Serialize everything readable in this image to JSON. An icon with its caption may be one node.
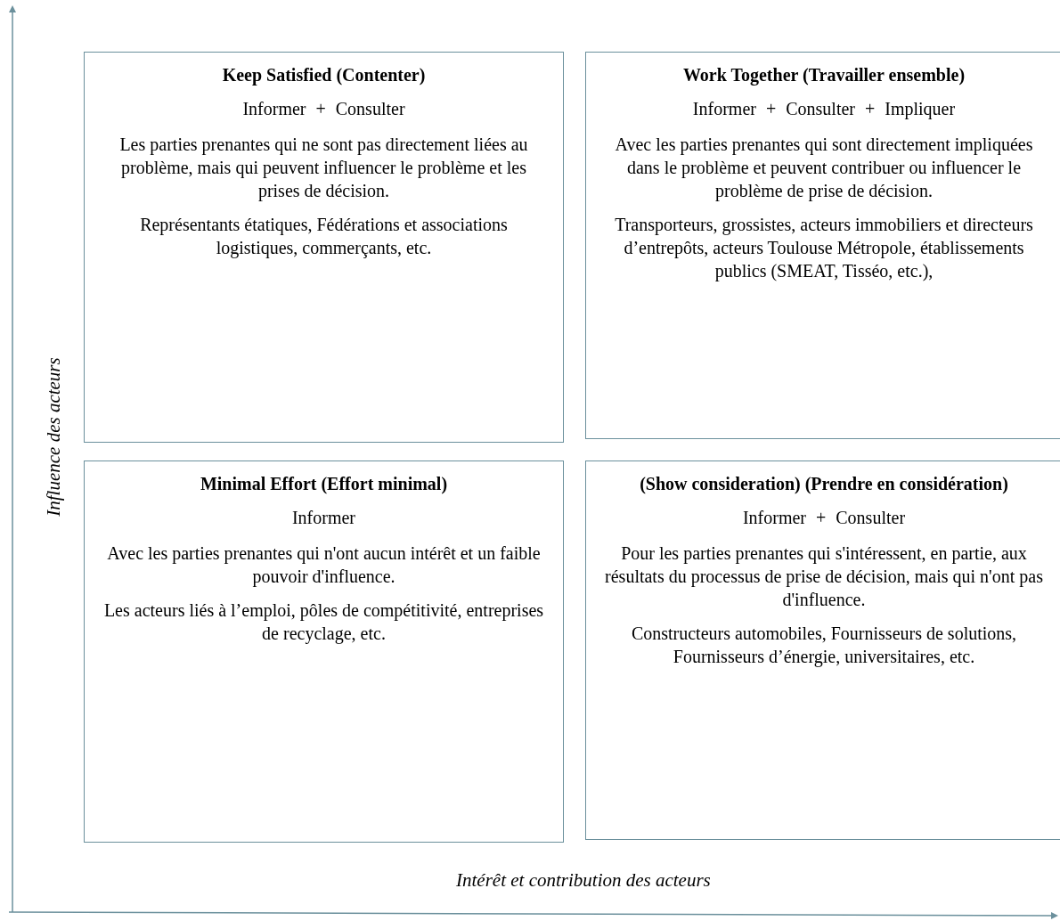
{
  "diagram": {
    "nodes": [
      {
        "text": [
          "Keep Satisfied (Contenter)",
          "Informer + Consulter",
          "Les parties prenantes qui ne sont pas directement liées au problème, mais qui peuvent influencer le problème et les prises de décision.",
          "Représentants étatiques, Fédérations et associations logistiques, commerçants, etc."
        ]
      },
      {
        "text": [
          "Work Together (Travailler ensemble)",
          "Informer + Consulter + Impliquer",
          "Avec les parties prenantes qui sont directement impliquées dans le problème et peuvent contribuer ou influencer le problème de prise de décision.",
          "Transporteurs, grossistes, acteurs immobiliers et directeurs d’entrepôts, acteurs Toulouse Métropole, établissements publics (SMEAT, Tisséo, etc.),"
        ]
      },
      {
        "text": [
          "Minimal Effort (Effort minimal)",
          "Informer",
          "Avec les parties prenantes qui n'ont aucun intérêt et un faible pouvoir d'influence.",
          "Les acteurs liés à l’emploi, pôles de compétitivité, entreprises de recyclage, etc."
        ]
      },
      {
        "text": [
          "(Show consideration) (Prendre en considération)",
          "Informer + Consulter",
          "Pour les parties prenantes qui s'intéressent, en partie, aux résultats du processus de prise de décision, mais qui n'ont pas d'influence.",
          "Constructeurs automobiles, Fournisseurs de solutions, Fournisseurs d’énergie, universitaires, etc."
        ]
      }
    ],
    "edges": [],
    "labels": [
      "Influence des acteurs",
      "Intérêt et contribution des acteurs"
    ]
  }
}
